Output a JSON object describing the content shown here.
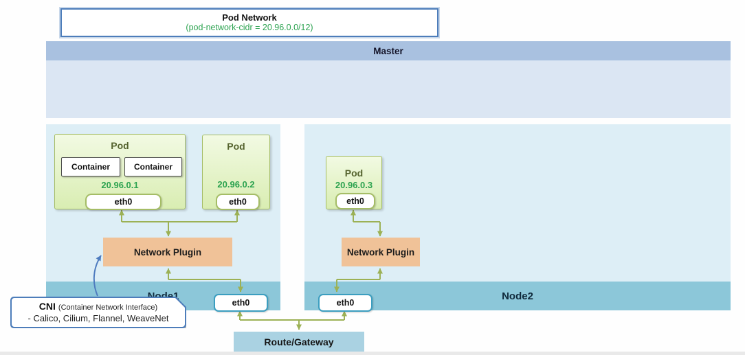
{
  "pod_network": {
    "title": "Pod Network",
    "cidr": "(pod-network-cidr  =  20.96.0.0/12)"
  },
  "master": {
    "label": "Master"
  },
  "node1": {
    "label": "Node1",
    "plugin": "Network Plugin",
    "eth": "eth0",
    "pod1": {
      "title": "Pod",
      "container1": "Container",
      "container2": "Container",
      "ip": "20.96.0.1",
      "eth": "eth0"
    },
    "pod2": {
      "title": "Pod",
      "ip": "20.96.0.2",
      "eth": "eth0"
    }
  },
  "node2": {
    "label": "Node2",
    "plugin": "Network Plugin",
    "eth": "eth0",
    "pod": {
      "title": "Pod",
      "ip": "20.96.0.3",
      "eth": "eth0"
    }
  },
  "cni": {
    "title": "CNI",
    "subtitle": "(Container Network Interface)",
    "plugins": "- Calico, Cilium, Flannel, WeaveNet"
  },
  "gateway": {
    "label": "Route/Gateway"
  },
  "colors": {
    "master_header": "#a9c1e0",
    "master_body": "#dbe6f3",
    "node_body": "#ddeef6",
    "node_bar": "#8cc7d9",
    "pod_border": "#a5bd66",
    "pod_fill_top": "#f2fae3",
    "pod_fill_bottom": "#d9edb2",
    "plugin_fill": "#f0c298",
    "ip_green": "#2ba24f",
    "arrow_olive": "#9cb155",
    "callout_blue": "#4d7dba",
    "arrow_blue": "#4f7cbf",
    "gateway_fill": "#aad2e2"
  }
}
